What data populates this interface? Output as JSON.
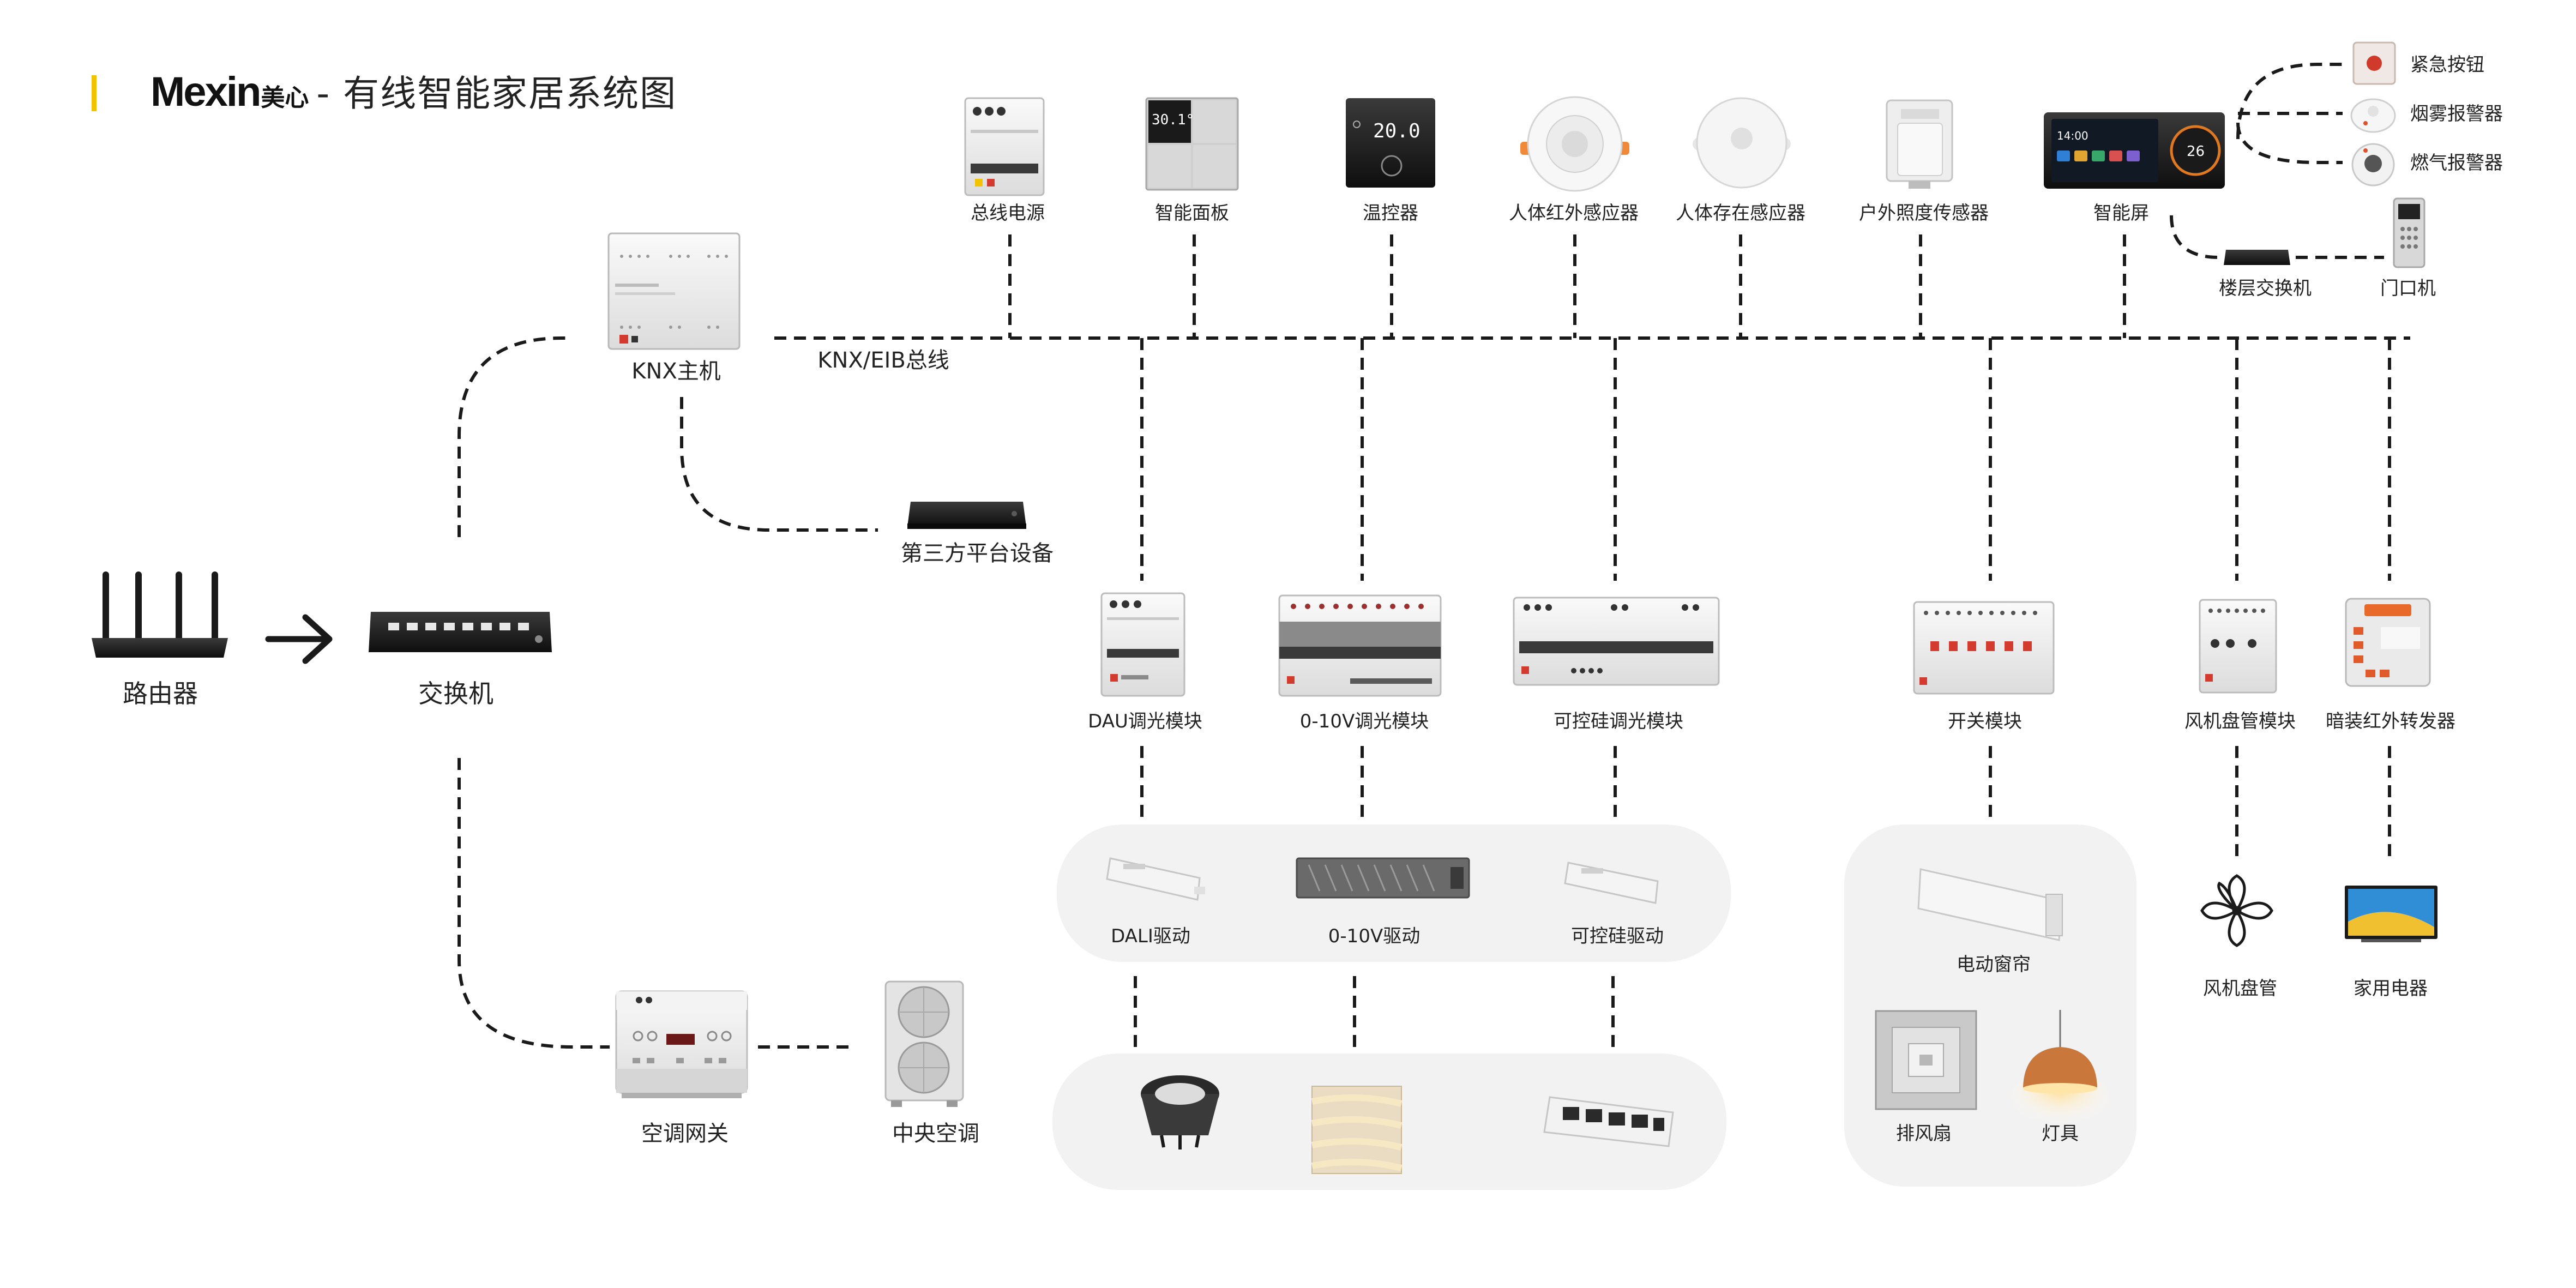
{
  "header": {
    "brand": "Mexin",
    "brand_cn": "美心",
    "title": "- 有线智能家居系统图"
  },
  "colors": {
    "accent": "#f2c200",
    "line": "#1a1a1a",
    "panel": "#f2f2f2",
    "module_red": "#d43b2f",
    "module_green": "#1f7a4a"
  },
  "labels": {
    "router": "路由器",
    "switch": "交换机",
    "knx_host": "KNX主机",
    "knx_bus": "KNX/EIB总线",
    "third_party": "第三方平台设备",
    "ac_gateway": "空调网关",
    "central_ac": "中央空调",
    "bus_power": "总线电源",
    "smart_panel": "智能面板",
    "thermo": "温控器",
    "pir_sensor": "人体红外感应器",
    "presence_sensor": "人体存在感应器",
    "lux_sensor": "户外照度传感器",
    "smart_screen": "智能屏",
    "floor_switch": "楼层交换机",
    "door_station": "门口机",
    "emergency_button": "紧急按钮",
    "smoke_alarm": "烟雾报警器",
    "gas_alarm": "燃气报警器",
    "dau_module": "DAU调光模块",
    "v010_module": "0-10V调光模块",
    "scr_module": "可控硅调光模块",
    "relay_module": "开关模块",
    "fancoil_module": "风机盘管模块",
    "ir_module": "暗装红外转发器",
    "dali_driver": "DALI驱动",
    "v010_driver": "0-10V驱动",
    "scr_driver": "可控硅驱动",
    "curtain": "电动窗帘",
    "exhaust_fan": "排风扇",
    "lamp": "灯具",
    "fan_coil": "风机盘管",
    "appliance": "家用电器"
  },
  "device_text": {
    "smart_panel_display": "30.1°",
    "thermo_display": "20.0",
    "screen_time": "14:00",
    "screen_temp": "26"
  }
}
